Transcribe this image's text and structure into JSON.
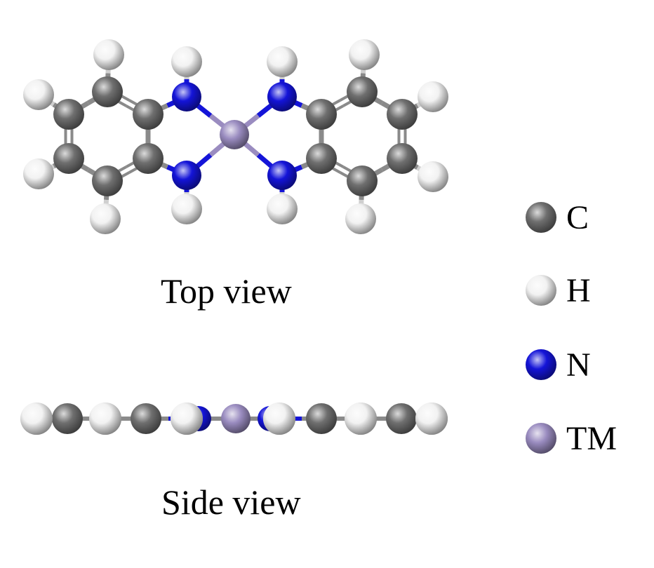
{
  "elements": {
    "C": {
      "label": "C",
      "color": "#6f6f6f"
    },
    "H": {
      "label": "H",
      "color": "#f2f2f2"
    },
    "N": {
      "label": "N",
      "color": "#1414d8"
    },
    "TM": {
      "label": "TM",
      "color": "#9a8cc0"
    }
  },
  "legend": [
    "C",
    "H",
    "N",
    "TM"
  ],
  "captions": {
    "top": "Top view",
    "side": "Side view"
  },
  "top_view": {
    "atoms": [
      {
        "el": "TM"
      },
      {
        "el": "N"
      },
      {
        "el": "N"
      },
      {
        "el": "N"
      },
      {
        "el": "N"
      },
      {
        "el": "C"
      },
      {
        "el": "C"
      },
      {
        "el": "C"
      },
      {
        "el": "C"
      },
      {
        "el": "C"
      },
      {
        "el": "C"
      },
      {
        "el": "C"
      },
      {
        "el": "C"
      },
      {
        "el": "C"
      },
      {
        "el": "C"
      },
      {
        "el": "C"
      },
      {
        "el": "C"
      },
      {
        "el": "H"
      },
      {
        "el": "H"
      },
      {
        "el": "H"
      },
      {
        "el": "H"
      },
      {
        "el": "H"
      },
      {
        "el": "H"
      },
      {
        "el": "H"
      },
      {
        "el": "H"
      },
      {
        "el": "H"
      },
      {
        "el": "H"
      },
      {
        "el": "H"
      },
      {
        "el": "H"
      }
    ]
  },
  "side_view": {
    "atoms": [
      "H",
      "C",
      "H",
      "C",
      "H",
      "TM",
      "H",
      "C",
      "H",
      "C",
      "H"
    ]
  }
}
